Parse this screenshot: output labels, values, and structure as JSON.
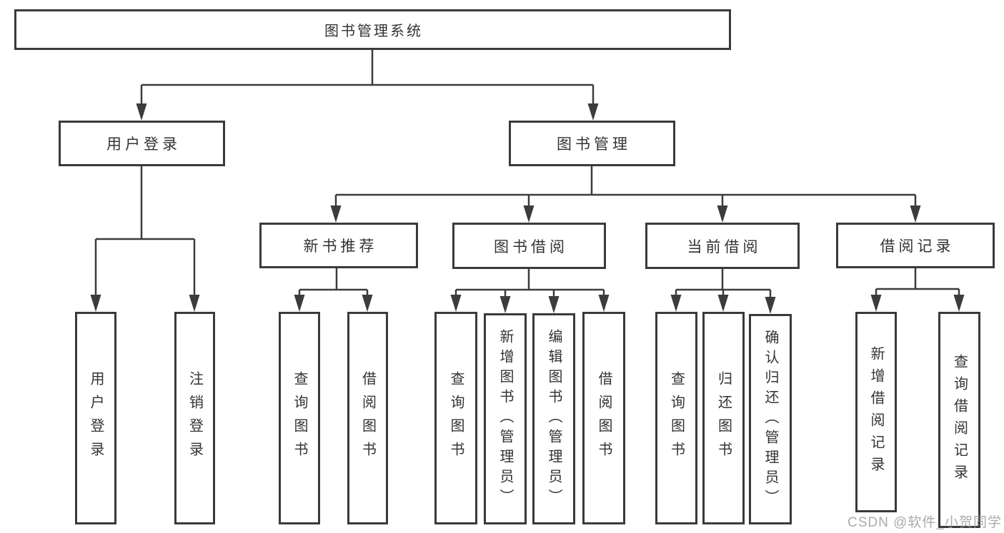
{
  "diagram": {
    "root": {
      "label": "图书管理系统"
    },
    "branches": [
      {
        "label": "用户登录",
        "children": [
          {
            "label": "用户登录"
          },
          {
            "label": "注销登录"
          }
        ]
      },
      {
        "label": "图书管理",
        "children": [
          {
            "label": "新书推荐",
            "children": [
              {
                "label": "查询图书"
              },
              {
                "label": "借阅图书"
              }
            ]
          },
          {
            "label": "图书借阅",
            "children": [
              {
                "label": "查询图书"
              },
              {
                "label": "新增图书（管理员）"
              },
              {
                "label": "编辑图书（管理员）"
              },
              {
                "label": "借阅图书"
              }
            ]
          },
          {
            "label": "当前借阅",
            "children": [
              {
                "label": "查询图书"
              },
              {
                "label": "归还图书"
              },
              {
                "label": "确认归还（管理员）"
              }
            ]
          },
          {
            "label": "借阅记录",
            "children": [
              {
                "label": "新增借阅记录"
              },
              {
                "label": "查询借阅记录"
              }
            ]
          }
        ]
      }
    ]
  },
  "watermark": {
    "text": "CSDN @软件_小贺同学"
  },
  "colors": {
    "line": "#3c3c3c",
    "border": "#3a3a3a",
    "text": "#333333",
    "watermark": "#969696",
    "background": "#ffffff"
  }
}
